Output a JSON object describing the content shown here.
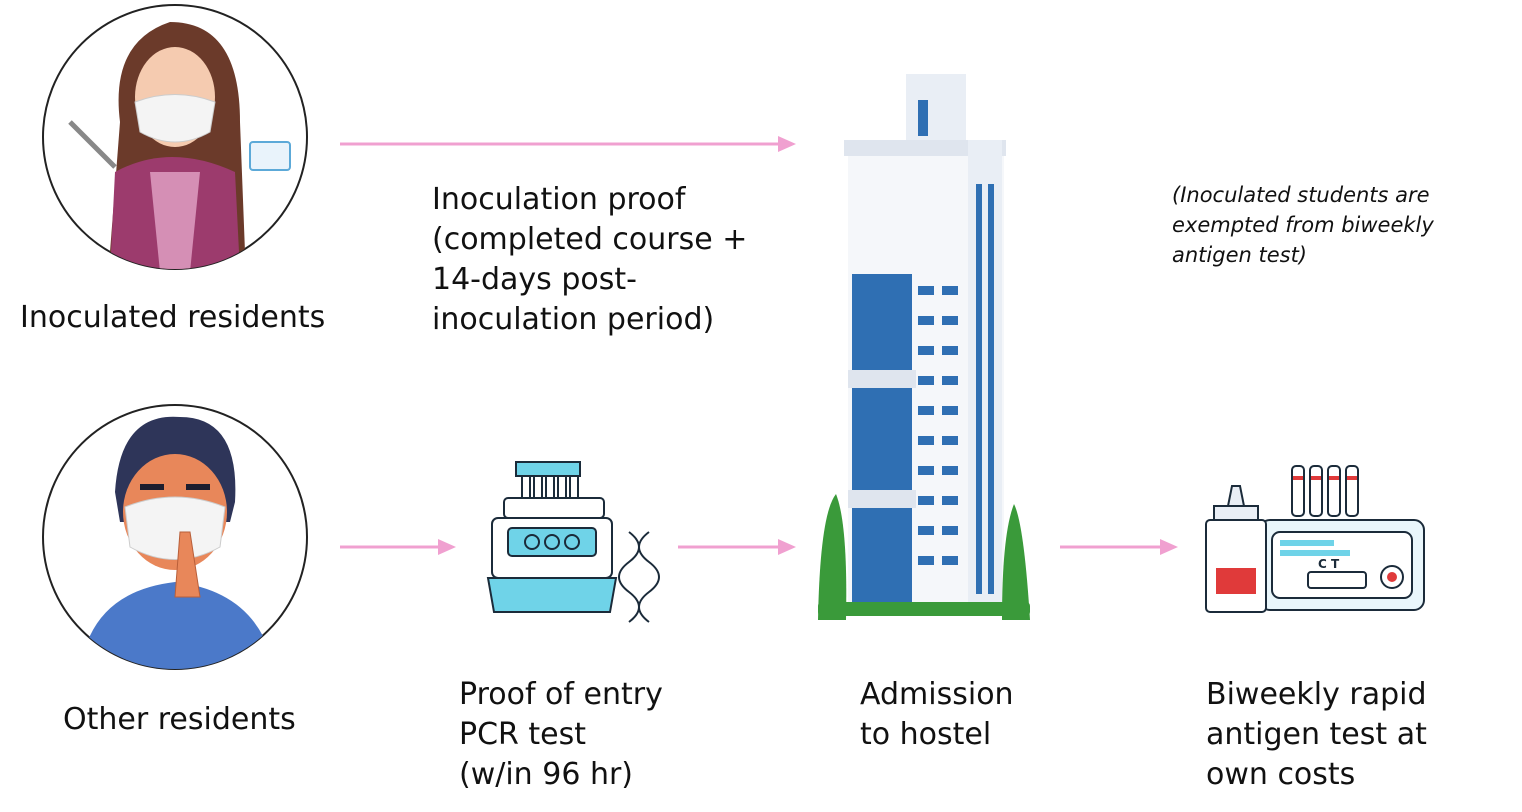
{
  "labels": {
    "inoculated_residents": "Inoculated residents",
    "inoculation_proof": "Inoculation proof\n(completed course +\n14-days post-\ninoculation period)",
    "exemption_note": "(Inoculated students are\nexempted from biweekly\nantigen test)",
    "other_residents": "Other residents",
    "pcr_proof": "Proof of entry\nPCR test\n(w/in 96 hr)",
    "admission": "Admission\nto hostel",
    "antigen_test": "Biweekly rapid\nantigen test at\nown costs",
    "test_kit_marks": "C T"
  },
  "colors": {
    "arrow": "#f0a0d0",
    "building_blue": "#2f6fb3",
    "tree_green": "#3a9a3a",
    "pcr_cyan": "#6fd3e8"
  }
}
